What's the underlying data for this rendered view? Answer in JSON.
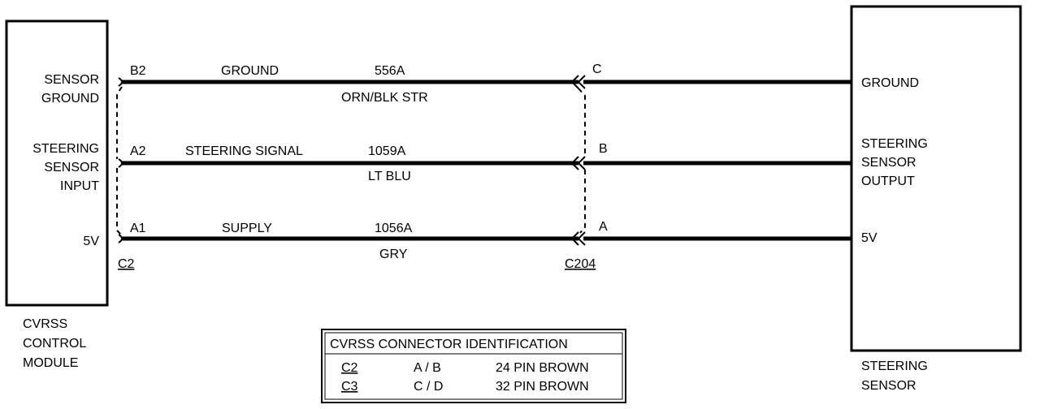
{
  "modules": {
    "left": {
      "name_lines": [
        "CVRSS",
        "CONTROL",
        "MODULE"
      ],
      "pins": [
        {
          "lines": [
            "SENSOR",
            "GROUND"
          ]
        },
        {
          "lines": [
            "STEERING",
            "SENSOR",
            "INPUT"
          ]
        },
        {
          "lines": [
            "5V"
          ]
        }
      ]
    },
    "right": {
      "name_lines": [
        "STEERING",
        "SENSOR"
      ],
      "pins": [
        {
          "lines": [
            "GROUND"
          ]
        },
        {
          "lines": [
            "STEERING",
            "SENSOR",
            "OUTPUT"
          ]
        },
        {
          "lines": [
            "5V"
          ]
        }
      ]
    }
  },
  "wires": [
    {
      "left_pin": "B2",
      "function": "GROUND",
      "circuit": "556A",
      "color": "ORN/BLK STR",
      "right_pin": "C"
    },
    {
      "left_pin": "A2",
      "function": "STEERING SIGNAL",
      "circuit": "1059A",
      "color": "LT BLU",
      "right_pin": "B"
    },
    {
      "left_pin": "A1",
      "function": "SUPPLY",
      "circuit": "1056A",
      "color": "GRY",
      "right_pin": "A"
    }
  ],
  "connectors": {
    "left": "C2",
    "inline": "C204"
  },
  "id_table": {
    "title": "CVRSS CONNECTOR IDENTIFICATION",
    "rows": [
      {
        "connector": "C2",
        "cavities": "A / B",
        "description": "24 PIN BROWN"
      },
      {
        "connector": "C3",
        "cavities": "C / D",
        "description": "32 PIN BROWN"
      }
    ]
  }
}
